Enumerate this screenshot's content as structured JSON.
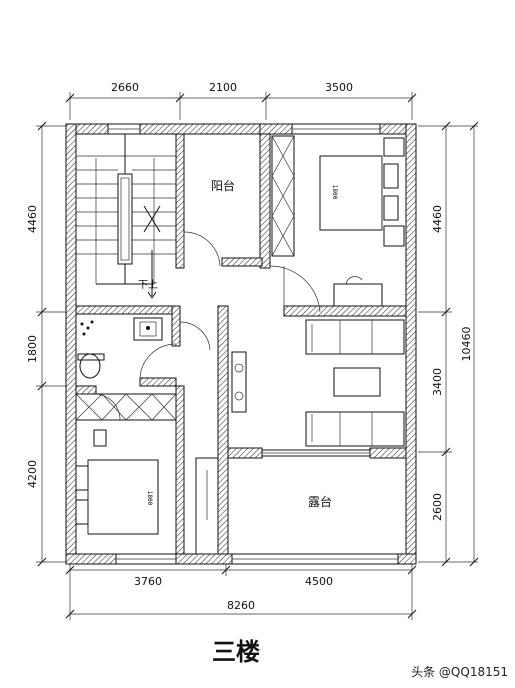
{
  "dimensions": {
    "top": [
      "2660",
      "2100",
      "3500"
    ],
    "bottom_segments": [
      "3760",
      "4500"
    ],
    "bottom_total": "8260",
    "left": [
      "4460",
      "1800",
      "4200"
    ],
    "right_inner": [
      "4460",
      "3400",
      "2600"
    ],
    "right_total": "10460"
  },
  "rooms": {
    "balcony": "阳台",
    "terrace": "露台",
    "stairs_label": "下上"
  },
  "beds": {
    "upper": "1800",
    "lower": "1800"
  },
  "title": "三楼",
  "watermark": "头条 @QQ18151"
}
